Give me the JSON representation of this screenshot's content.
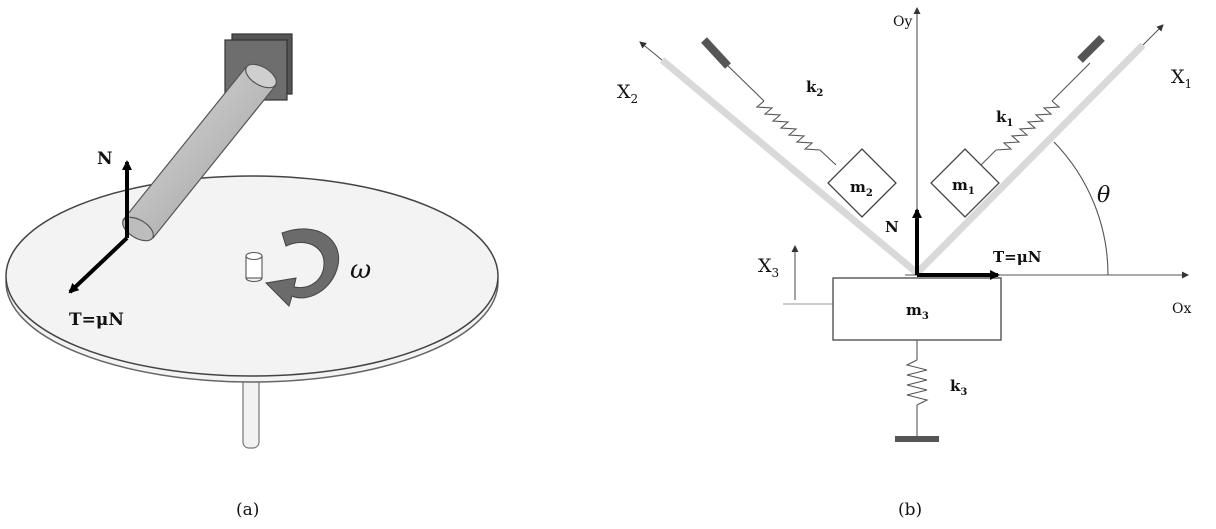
{
  "figure_a": {
    "caption": "(a)",
    "normal_force_label": "N",
    "friction_label": "T=μN",
    "rotation_label": "ω"
  },
  "figure_b": {
    "caption": "(b)",
    "oy_label": "Oy",
    "ox_label": "Ox",
    "x1_label": "X",
    "x1_sub": "1",
    "x2_label": "X",
    "x2_sub": "2",
    "x3_label": "X",
    "x3_sub": "3",
    "k1_label": "k",
    "k1_sub": "1",
    "k2_label": "k",
    "k2_sub": "2",
    "k3_label": "k",
    "k3_sub": "3",
    "m1_label": "m",
    "m1_sub": "1",
    "m2_label": "m",
    "m2_sub": "2",
    "m3_label": "m",
    "m3_sub": "3",
    "normal_force_label": "N",
    "friction_label": "T=μN",
    "angle_label": "θ"
  }
}
